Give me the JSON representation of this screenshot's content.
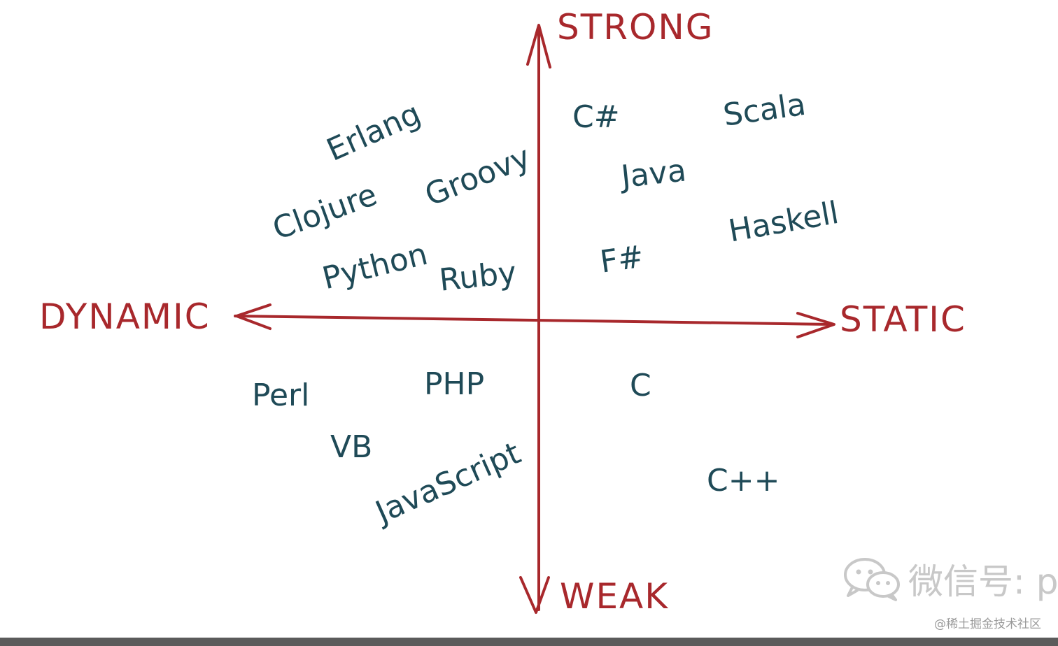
{
  "axes": {
    "top": "STRONG",
    "bottom": "WEAK",
    "left": "DYNAMIC",
    "right": "STATIC"
  },
  "quadrants": {
    "dynamic_strong": [
      "Erlang",
      "Clojure",
      "Groovy",
      "Python",
      "Ruby"
    ],
    "static_strong": [
      "C#",
      "Scala",
      "Java",
      "Haskell",
      "F#"
    ],
    "dynamic_weak": [
      "Perl",
      "PHP",
      "VB",
      "JavaScript"
    ],
    "static_weak": [
      "C",
      "C++"
    ]
  },
  "watermark": {
    "text": "微信号: py",
    "icon": "wechat-icon"
  },
  "credit": "@稀土掘金技术社区",
  "colors": {
    "axis": "#a8282c",
    "language": "#1f4a57",
    "watermark": "#c8c8c8"
  }
}
